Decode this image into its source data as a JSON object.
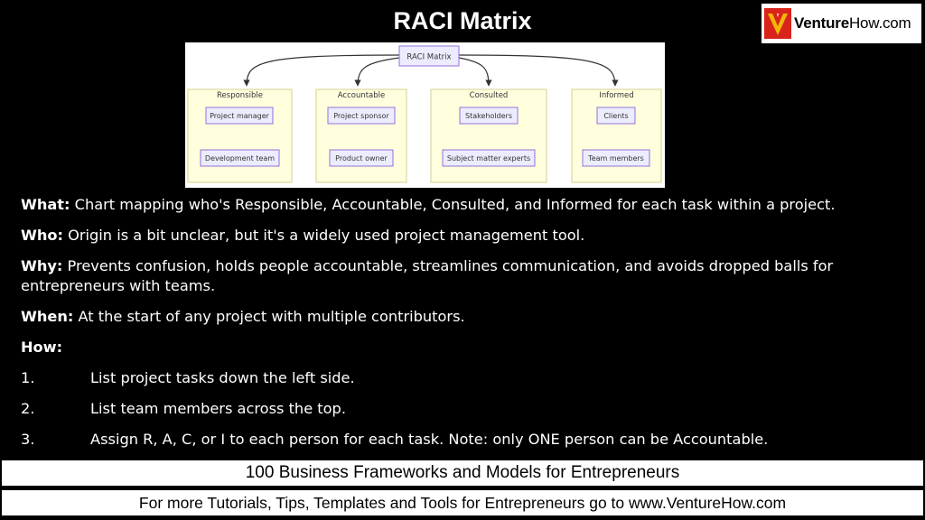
{
  "title": "RACI Matrix",
  "logo": {
    "brand_bold": "Venture",
    "brand_rest": "How.com"
  },
  "diagram": {
    "root": "RACI Matrix",
    "groups": [
      {
        "label": "Responsible",
        "items": [
          "Project manager",
          "Development team"
        ]
      },
      {
        "label": "Accountable",
        "items": [
          "Project sponsor",
          "Product owner"
        ]
      },
      {
        "label": "Consulted",
        "items": [
          "Stakeholders",
          "Subject matter experts"
        ]
      },
      {
        "label": "Informed",
        "items": [
          "Clients",
          "Team members"
        ]
      }
    ]
  },
  "content": {
    "what_label": "What:",
    "what_text": " Chart mapping who's Responsible, Accountable, Consulted, and Informed for each task within a project.",
    "who_label": "Who:",
    "who_text": " Origin is a bit unclear, but it's a widely used project management tool.",
    "why_label": "Why:",
    "why_text": " Prevents confusion, holds people accountable, streamlines communication, and avoids dropped balls for entrepreneurs with teams.",
    "when_label": "When:",
    "when_text": " At the start of any project with multiple contributors.",
    "how_label": "How:",
    "steps": [
      {
        "num": "1.",
        "text": "List project tasks down the left side."
      },
      {
        "num": "2.",
        "text": "List team members across the top."
      },
      {
        "num": "3.",
        "text": "Assign R, A, C, or I to each person for each task. Note: only ONE person can be Accountable."
      }
    ]
  },
  "footer": {
    "series": "100 Business Frameworks and Models for Entrepreneurs",
    "cta": "For more Tutorials, Tips, Templates and Tools for Entrepreneurs go to www.VentureHow.com"
  },
  "colors": {
    "group_fill": "#ffffde",
    "group_stroke": "#d6d290",
    "node_fill": "#ececff",
    "node_stroke": "#9370db",
    "logo_red": "#d9241c",
    "logo_yellow": "#f2b705"
  }
}
